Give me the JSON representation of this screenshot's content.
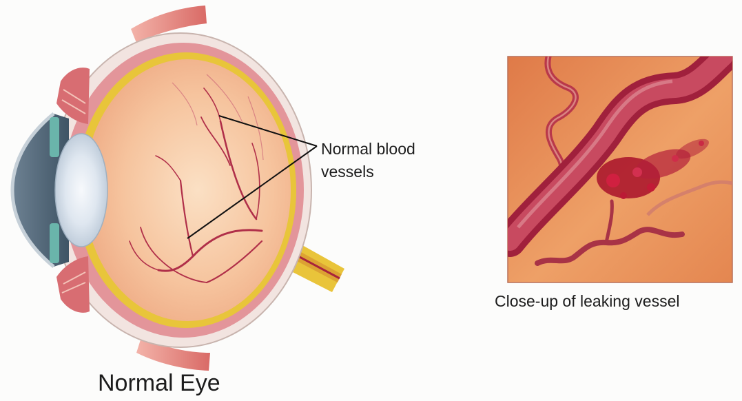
{
  "labels": {
    "eye_title": "Normal Eye",
    "vessels_line1": "Normal blood",
    "vessels_line2": "vessels",
    "closeup_caption": "Close-up of leaking vessel"
  },
  "colors": {
    "background": "#fcfcfb",
    "sclera": "#f2e4e0",
    "choroid": "#e3959a",
    "retina": "#e8c53a",
    "vitreous": "#f6c49e",
    "vessel": "#b02f49",
    "lens": "#e2eaf2",
    "cornea": "#4f6476",
    "optic_nerve": "#e9c43a",
    "closeup_bg": "#e58855",
    "leak": "#a8102a"
  }
}
